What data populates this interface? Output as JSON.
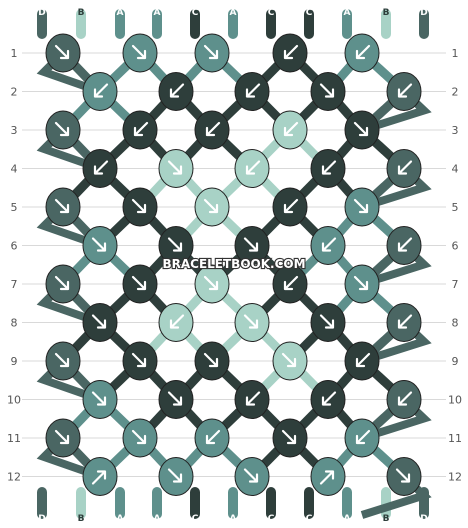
{
  "watermark": "BRACELETBOOK.COM",
  "colors": {
    "A": "#5e908c",
    "B": "#a8d2c6",
    "C": "#2e3e3b",
    "D": "#4a6663",
    "arrow": "#ffffff",
    "gridline": "#d9d9d9",
    "rowlabel": "#555555"
  },
  "row_labels": [
    "1",
    "2",
    "3",
    "4",
    "5",
    "6",
    "7",
    "8",
    "9",
    "10",
    "11",
    "12"
  ],
  "top_strings": [
    "D",
    "B",
    "A",
    "A",
    "C",
    "A",
    "C",
    "C",
    "A",
    "B",
    "D"
  ],
  "bottom_strings": [
    "D",
    "B",
    "A",
    "A",
    "C",
    "A",
    "C",
    "C",
    "A",
    "B",
    "D"
  ],
  "knots": [
    [
      {
        "c": "D",
        "d": "se"
      },
      {
        "c": "A",
        "d": "se"
      },
      {
        "c": "A",
        "d": "se"
      },
      {
        "c": "C",
        "d": "sw"
      },
      {
        "c": "A",
        "d": "sw"
      }
    ],
    [
      {
        "c": "A",
        "d": "sw"
      },
      {
        "c": "C",
        "d": "sw"
      },
      {
        "c": "C",
        "d": "sw"
      },
      {
        "c": "C",
        "d": "se"
      },
      {
        "c": "D",
        "d": "sw"
      }
    ],
    [
      {
        "c": "D",
        "d": "se"
      },
      {
        "c": "C",
        "d": "sw"
      },
      {
        "c": "C",
        "d": "sw"
      },
      {
        "c": "B",
        "d": "sw"
      },
      {
        "c": "C",
        "d": "se"
      }
    ],
    [
      {
        "c": "C",
        "d": "sw"
      },
      {
        "c": "B",
        "d": "se"
      },
      {
        "c": "B",
        "d": "sw"
      },
      {
        "c": "C",
        "d": "sw"
      },
      {
        "c": "D",
        "d": "sw"
      }
    ],
    [
      {
        "c": "D",
        "d": "se"
      },
      {
        "c": "C",
        "d": "se"
      },
      {
        "c": "B",
        "d": "se"
      },
      {
        "c": "C",
        "d": "sw"
      },
      {
        "c": "A",
        "d": "se"
      }
    ],
    [
      {
        "c": "A",
        "d": "se"
      },
      {
        "c": "C",
        "d": "se"
      },
      {
        "c": "C",
        "d": "se"
      },
      {
        "c": "A",
        "d": "sw"
      },
      {
        "c": "D",
        "d": "sw"
      }
    ],
    [
      {
        "c": "D",
        "d": "se"
      },
      {
        "c": "C",
        "d": "se"
      },
      {
        "c": "B",
        "d": "se"
      },
      {
        "c": "C",
        "d": "sw"
      },
      {
        "c": "A",
        "d": "se"
      }
    ],
    [
      {
        "c": "C",
        "d": "se"
      },
      {
        "c": "B",
        "d": "sw"
      },
      {
        "c": "B",
        "d": "se"
      },
      {
        "c": "C",
        "d": "se"
      },
      {
        "c": "D",
        "d": "sw"
      }
    ],
    [
      {
        "c": "D",
        "d": "se"
      },
      {
        "c": "C",
        "d": "se"
      },
      {
        "c": "C",
        "d": "se"
      },
      {
        "c": "B",
        "d": "se"
      },
      {
        "c": "C",
        "d": "sw"
      }
    ],
    [
      {
        "c": "A",
        "d": "se"
      },
      {
        "c": "C",
        "d": "se"
      },
      {
        "c": "C",
        "d": "sw"
      },
      {
        "c": "C",
        "d": "sw"
      },
      {
        "c": "D",
        "d": "sw"
      }
    ],
    [
      {
        "c": "D",
        "d": "se"
      },
      {
        "c": "A",
        "d": "se"
      },
      {
        "c": "A",
        "d": "sw"
      },
      {
        "c": "C",
        "d": "se"
      },
      {
        "c": "A",
        "d": "sw"
      }
    ],
    [
      {
        "c": "A",
        "d": "ne"
      },
      {
        "c": "A",
        "d": "se"
      },
      {
        "c": "A",
        "d": "se"
      },
      {
        "c": "A",
        "d": "ne"
      },
      {
        "c": "D",
        "d": "se"
      }
    ]
  ]
}
